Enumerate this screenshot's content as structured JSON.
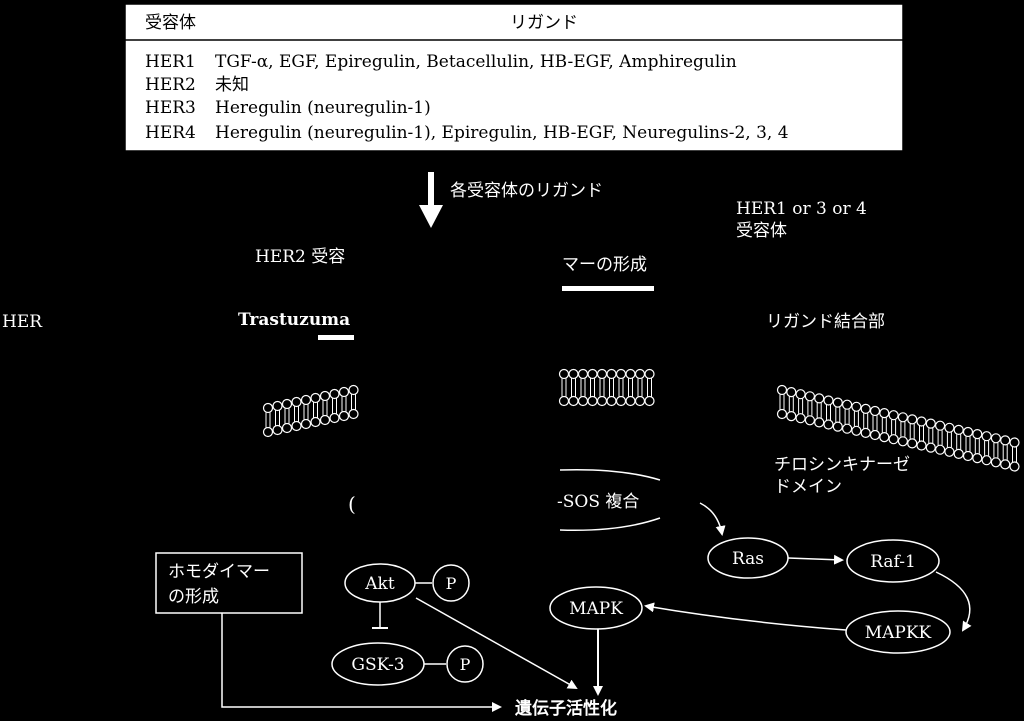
{
  "table": {
    "header_receptor": "受容体",
    "header_ligand": "リガンド",
    "rows": [
      {
        "receptor": "HER1",
        "ligands": "TGF-α, EGF, Epiregulin, Betacellulin, HB-EGF, Amphiregulin"
      },
      {
        "receptor": "HER2",
        "ligands": "未知"
      },
      {
        "receptor": "HER3",
        "ligands": "Heregulin (neuregulin-1)"
      },
      {
        "receptor": "HER4",
        "ligands": "Heregulin (neuregulin-1), Epiregulin, HB-EGF, Neuregulins-2, 3, 4"
      }
    ]
  },
  "labels": {
    "ligand_arrow": "各受容体のリガンド",
    "her134": "HER1 or 3 or 4",
    "receptor": "受容体",
    "her2_receptor": "HER2 受容",
    "dimer": "マーの形成",
    "her_left": "HER",
    "trastuzumab": "Trastuzuma",
    "ligand_binding": "リガンド結合部",
    "paren": "(",
    "sos_complex": "-SOS 複合",
    "tyrosine_kinase_1": "チロシンキナーゼ",
    "tyrosine_kinase_2": "ドメイン",
    "homodimer_1": "ホモダイマー",
    "homodimer_2": "の形成",
    "gene_activation": "遺伝子活性化"
  },
  "nodes": {
    "akt": "Akt",
    "p1": "P",
    "gsk3": "GSK-3",
    "p2": "P",
    "mapk": "MAPK",
    "ras": "Ras",
    "raf1": "Raf-1",
    "mapkk": "MAPKK"
  }
}
